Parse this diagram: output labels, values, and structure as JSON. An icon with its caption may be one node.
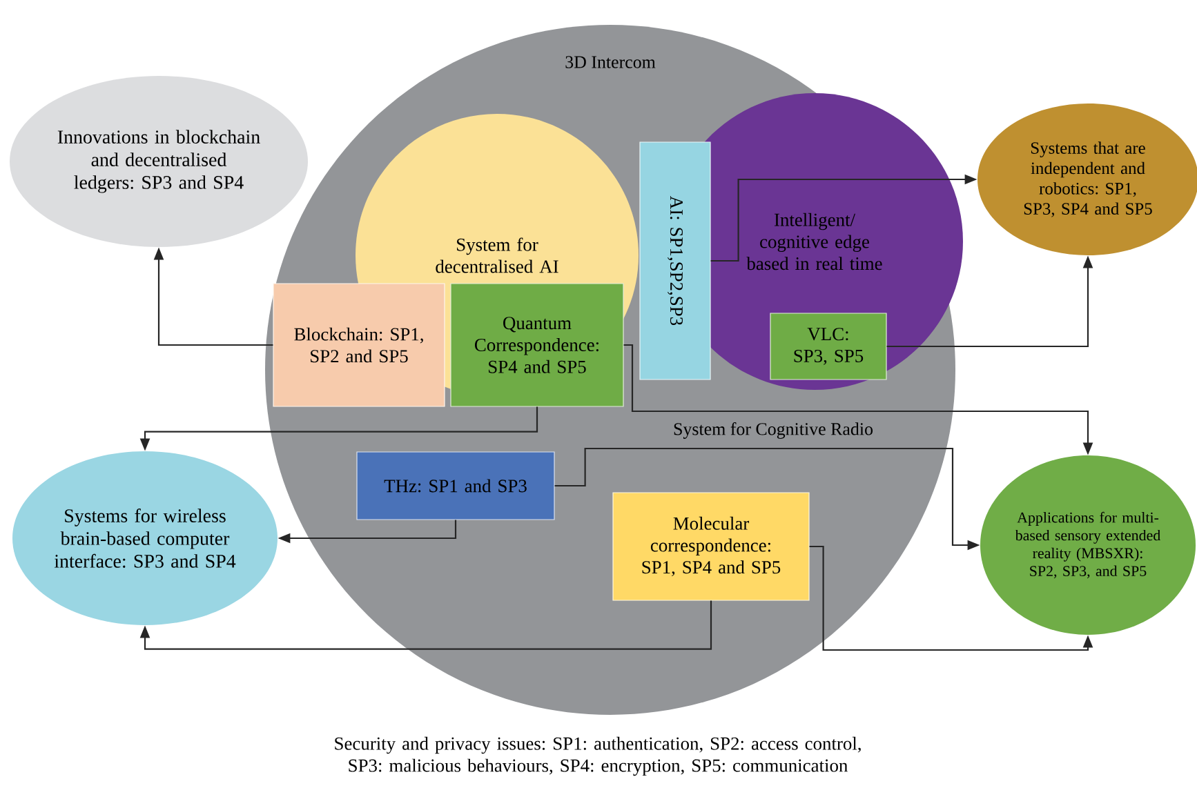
{
  "diagram": {
    "caption": "Security and privacy issues: SP1: authentication, SP2: access control, SP3: malicious behaviours, SP4: encryption, SP5: communication",
    "nodes": [
      {
        "text": [
          "3D Intercom",
          "System for Cognitive Radio"
        ]
      },
      {
        "text": [
          "Innovations in blockchain and decentralised ledgers: SP3 and SP4"
        ]
      },
      {
        "text": [
          "System for decentralised AI"
        ],
        "in": 0
      },
      {
        "text": [
          "Intelligent/ cognitive edge based in real time"
        ],
        "in": 0
      },
      {
        "text": [
          "Blockchain: SP1, SP2 and SP5"
        ],
        "in": 0
      },
      {
        "text": [
          "Quantum Correspondence: SP4 and SP5"
        ],
        "in": 0
      },
      {
        "text": [
          "AI: SP1,SP2,SP3"
        ],
        "in": 0
      },
      {
        "text": [
          "VLC: SP3, SP5"
        ],
        "in": 3
      },
      {
        "text": [
          "Systems that are independent and robotics: SP1, SP3, SP4 and SP5"
        ]
      },
      {
        "text": [
          "THz: SP1 and SP3"
        ],
        "in": 0
      },
      {
        "text": [
          "Molecular correspondence: SP1, SP4 and SP5"
        ],
        "in": 0
      },
      {
        "text": [
          "Systems for wireless brain-based computer interface: SP3 and SP4"
        ]
      },
      {
        "text": [
          "Applications for multi-based sensory extended reality (MBSXR): SP2, SP3, and SP5"
        ]
      }
    ],
    "edges": [
      {
        "from": 4,
        "to": 1,
        "arrow": "to"
      },
      {
        "from": 5,
        "to": 11,
        "arrow": "to"
      },
      {
        "from": 5,
        "to": 12,
        "arrow": "to"
      },
      {
        "from": 6,
        "to": 8,
        "arrow": "to"
      },
      {
        "from": 7,
        "to": 8,
        "arrow": "to"
      },
      {
        "from": 9,
        "to": 12,
        "arrow": "to"
      },
      {
        "from": 9,
        "to": 11,
        "arrow": "to"
      },
      {
        "from": 10,
        "to": 11,
        "arrow": "to"
      },
      {
        "from": 10,
        "to": 12,
        "arrow": "to"
      }
    ]
  }
}
